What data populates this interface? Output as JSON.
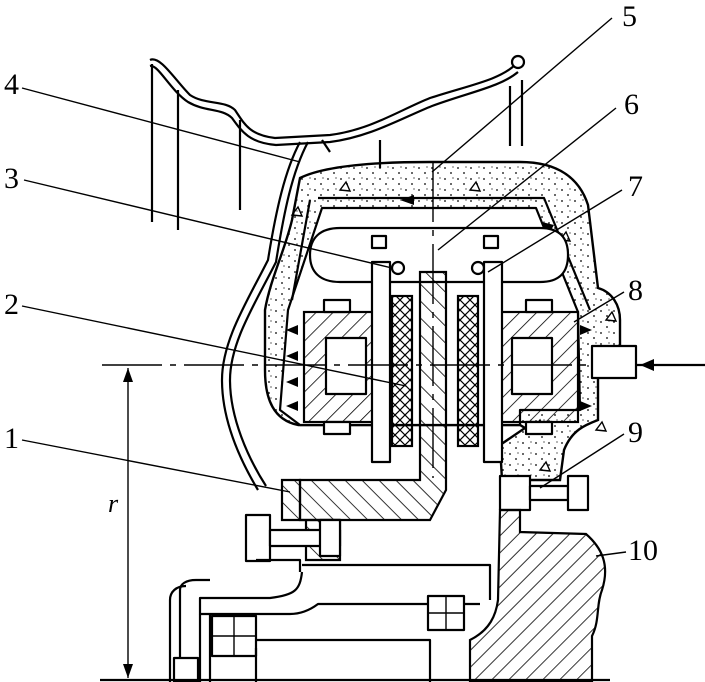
{
  "labels": [
    {
      "id": "1",
      "text": "1"
    },
    {
      "id": "2",
      "text": "2"
    },
    {
      "id": "3",
      "text": "3"
    },
    {
      "id": "4",
      "text": "4"
    },
    {
      "id": "5",
      "text": "5"
    },
    {
      "id": "6",
      "text": "6"
    },
    {
      "id": "7",
      "text": "7"
    },
    {
      "id": "8",
      "text": "8"
    },
    {
      "id": "9",
      "text": "9"
    },
    {
      "id": "10",
      "text": "10"
    }
  ],
  "radius_label": "r",
  "colors": {
    "line": "#000000",
    "background": "#ffffff"
  }
}
